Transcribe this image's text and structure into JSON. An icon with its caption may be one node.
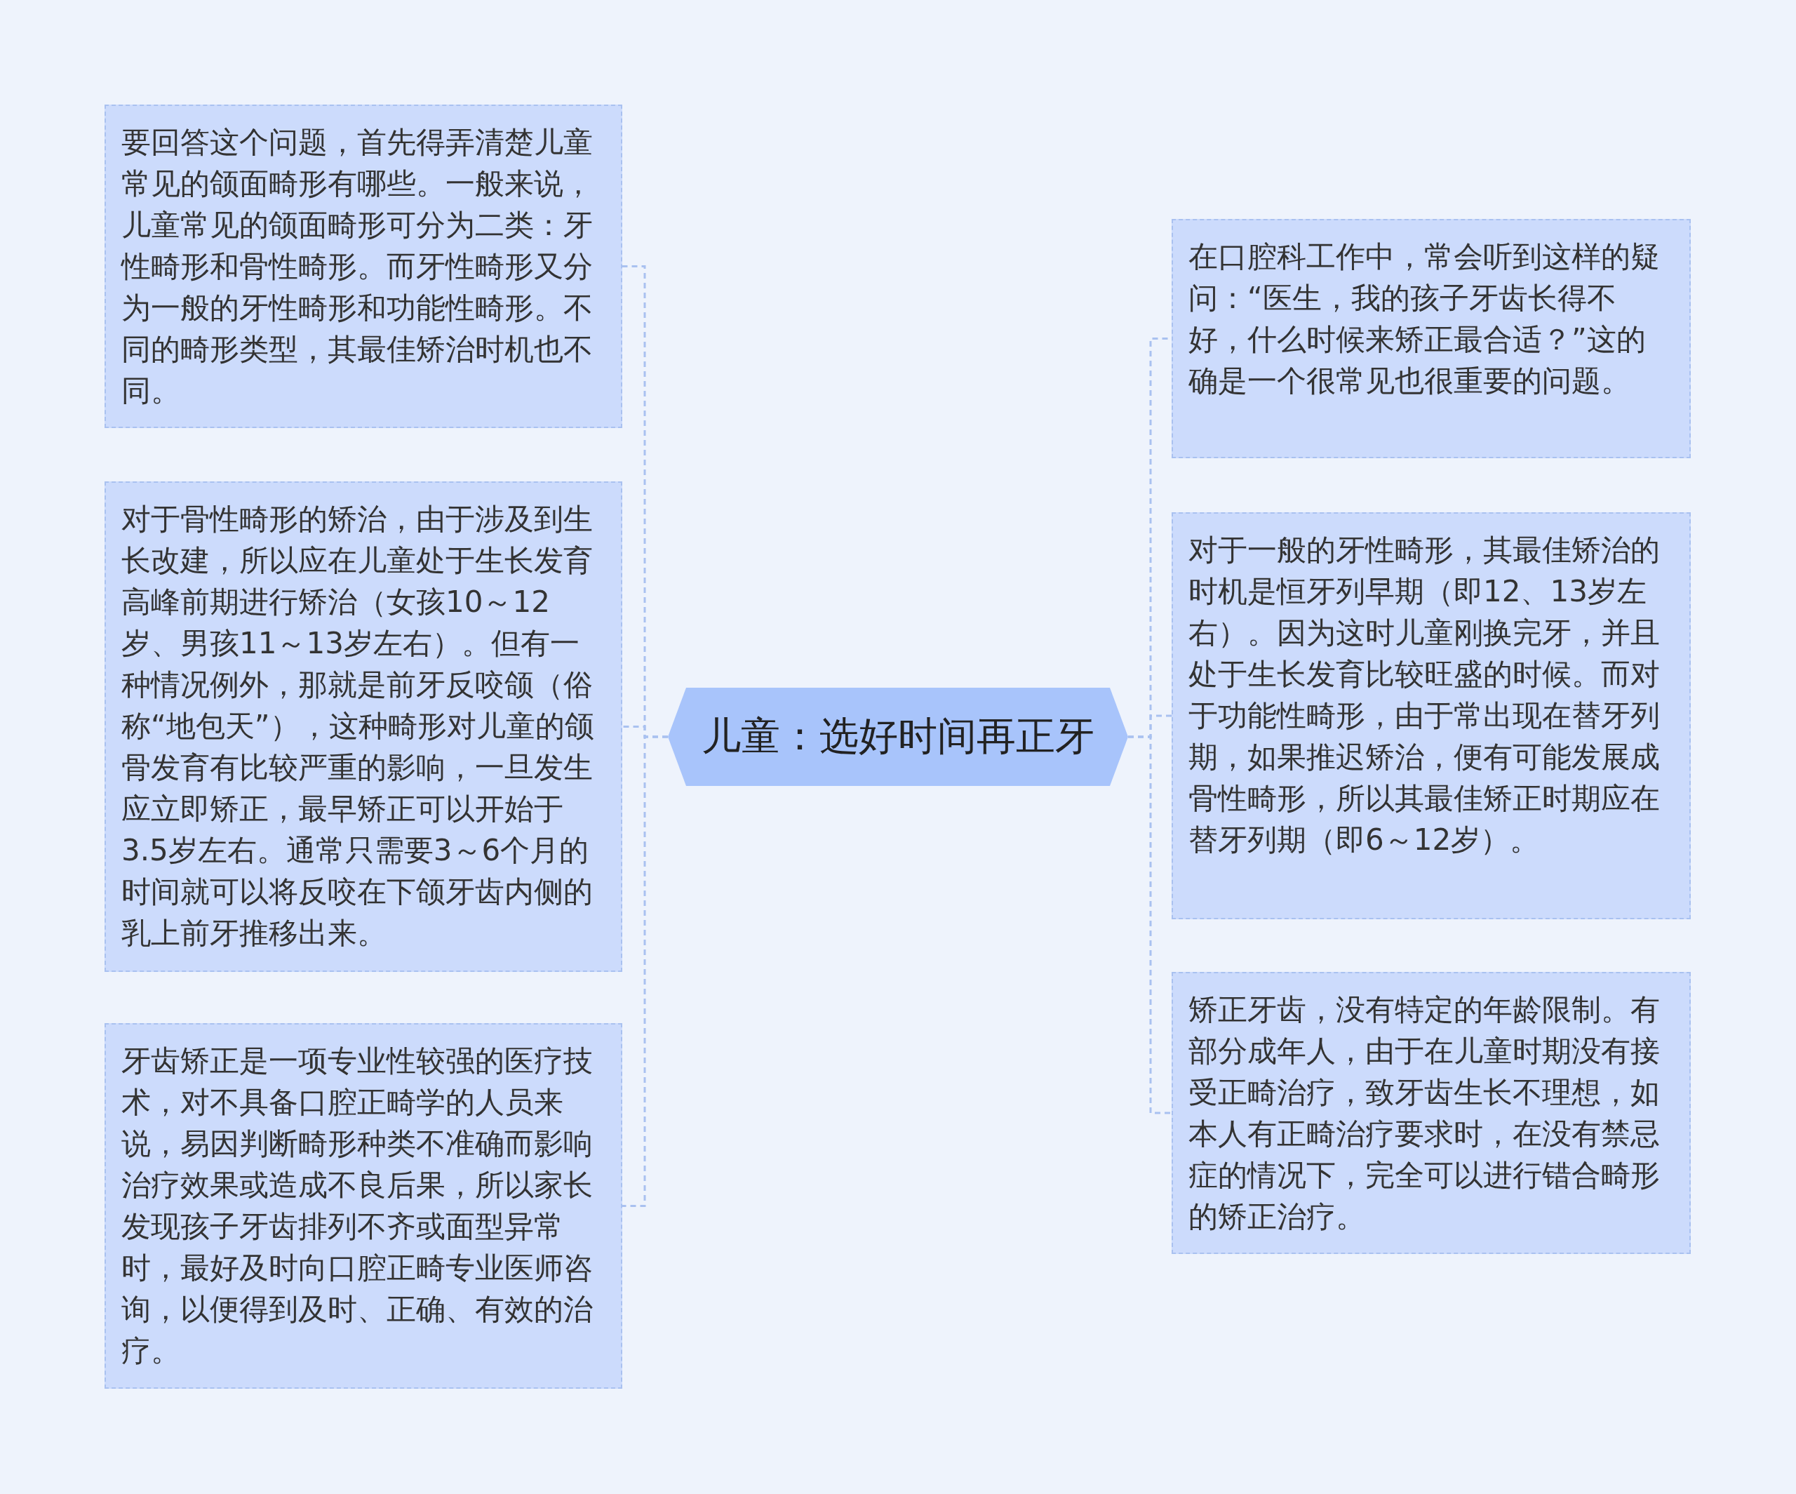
{
  "diagram": {
    "nodes": [
      {
        "text": [
          "儿童：选好时间再正牙"
        ]
      },
      {
        "text": [
          "要回答这个问题，首先得弄清楚儿童常见的颌面畸形有哪些。一般来说，儿童常见的颌面畸形可分为二类：牙性畸形和骨性畸形。而牙性畸形又分为一般的牙性畸形和功能性畸形。不同的畸形类型，其最佳矫治时机也不同。"
        ]
      },
      {
        "text": [
          "对于骨性畸形的矫治，由于涉及到生长改建，所以应在儿童处于生长发育高峰前期进行矫治（女孩10～12岁、男孩11～13岁左右）。但有一种情况例外，那就是前牙反咬颌（俗称“地包天”），这种畸形对儿童的颌骨发育有比较严重的影响，一旦发生应立即矫正，最早矫正可以开始于3.5岁左右。通常只需要3～6个月的时间就可以将反咬在下颌牙齿内侧的乳上前牙推移出来。"
        ]
      },
      {
        "text": [
          "牙齿矫正是一项专业性较强的医疗技术，对不具备口腔正畸学的人员来说，易因判断畸形种类不准确而影响治疗效果或造成不良后果，所以家长发现孩子牙齿排列不齐或面型异常时，最好及时向口腔正畸专业医师咨询，以便得到及时、正确、有效的治疗。"
        ]
      },
      {
        "text": [
          "在口腔科工作中，常会听到这样的疑问：“医生，我的孩子牙齿长得不好，什么时候来矫正最合适？”这的确是一个很常见也很重要的问题。"
        ]
      },
      {
        "text": [
          "对于一般的牙性畸形，其最佳矫治的时机是恒牙列早期（即12、13岁左右）。因为这时儿童刚换完牙，并且处于生长发育比较旺盛的时候。而对于功能性畸形，由于常出现在替牙列期，如果推迟矫治，便有可能发展成骨性畸形，所以其最佳矫正时期应在替牙列期（即6～12岁）。"
        ]
      },
      {
        "text": [
          "矫正牙齿，没有特定的年龄限制。有部分成年人，由于在儿童时期没有接受正畸治疗，致牙齿生长不理想，如本人有正畸治疗要求时，在没有禁忌症的情况下，完全可以进行错合畸形的矫正治疗。"
        ]
      }
    ],
    "edges": [
      {
        "from": 0,
        "to": 1,
        "arrow": "none",
        "style": "dashed"
      },
      {
        "from": 0,
        "to": 2,
        "arrow": "none",
        "style": "dashed"
      },
      {
        "from": 0,
        "to": 3,
        "arrow": "none",
        "style": "dashed"
      },
      {
        "from": 0,
        "to": 4,
        "arrow": "none",
        "style": "dashed"
      },
      {
        "from": 0,
        "to": 5,
        "arrow": "none",
        "style": "dashed"
      },
      {
        "from": 0,
        "to": 6,
        "arrow": "none",
        "style": "dashed"
      }
    ]
  }
}
